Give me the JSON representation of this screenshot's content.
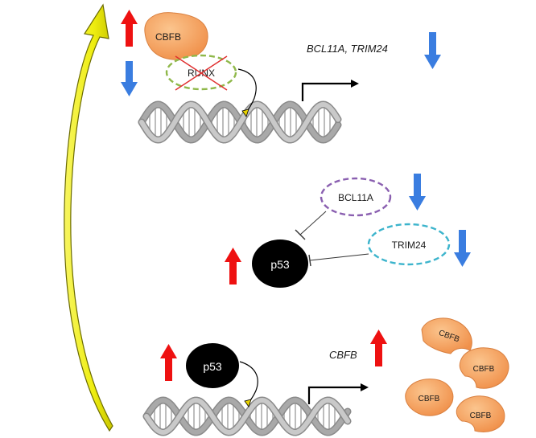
{
  "top_complex": {
    "cbfb_label": "CBFB",
    "runx_label": "RUNX",
    "targets_label": "BCL11A, TRIM24"
  },
  "middle": {
    "bcl11a_label": "BCL11A",
    "trim24_label": "TRIM24",
    "p53_label": "p53"
  },
  "bottom": {
    "p53_label": "p53",
    "gene_label": "CBFB",
    "products": [
      "CBFB",
      "CBFB",
      "CBFB",
      "CBFB"
    ]
  },
  "colors": {
    "up_arrow": "#ee1111",
    "down_arrow": "#3a7de0",
    "cbfb_fill": "#f5a462",
    "runx_stroke": "#8fb84a",
    "bcl11a_stroke": "#8a5fb0",
    "trim24_stroke": "#3cb4cc",
    "feedback_arrow": "#f2f010",
    "p53_fill": "#000000"
  }
}
